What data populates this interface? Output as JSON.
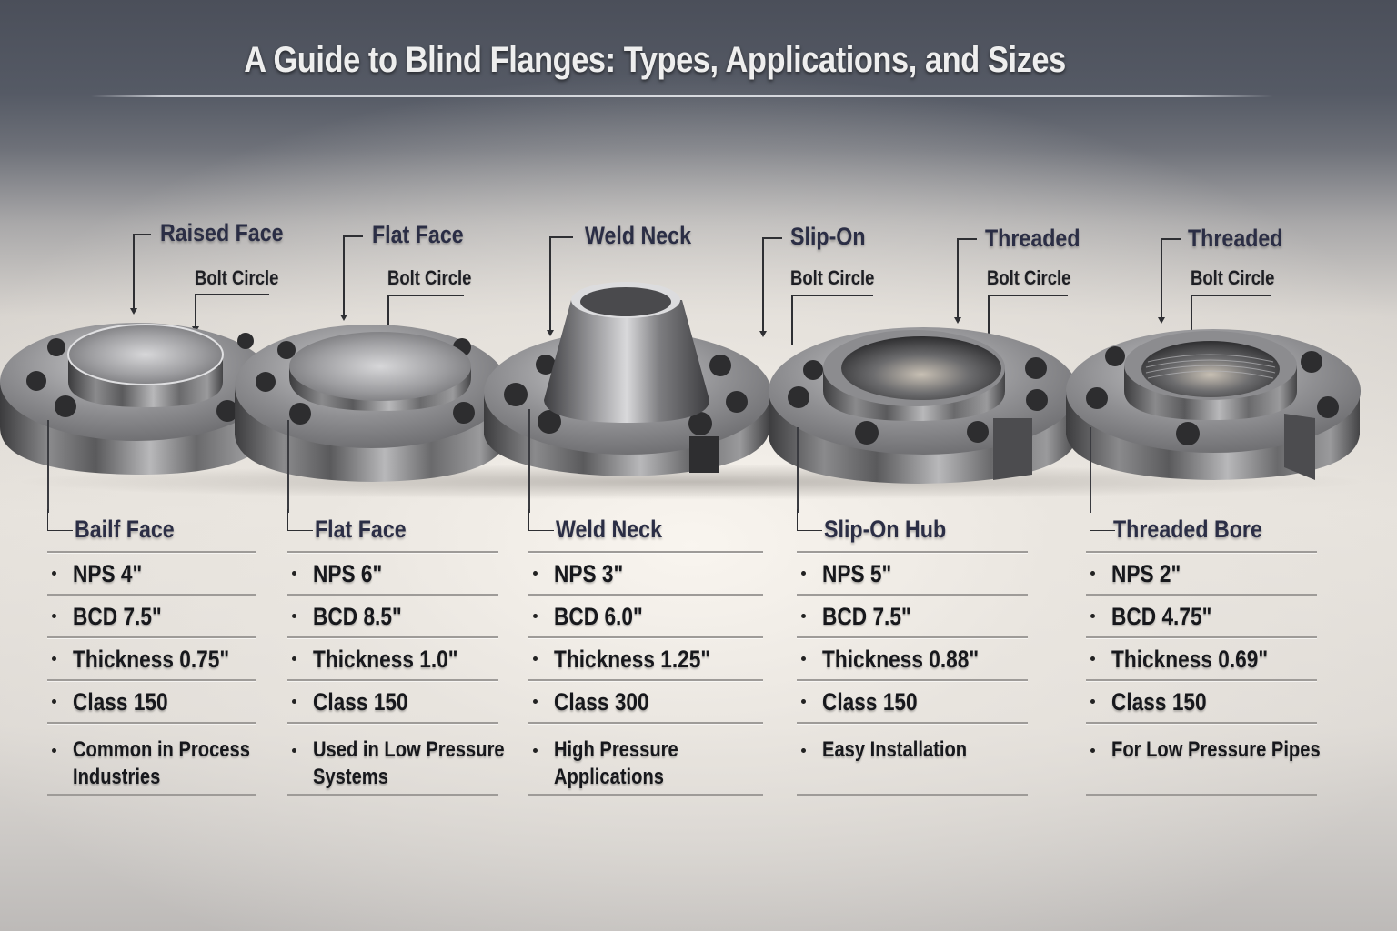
{
  "title": "A Guide to Blind Flanges: Types, Applications, and Sizes",
  "colors": {
    "header_bg": "#4b4f5a",
    "title_text": "#eeeeee",
    "heading_text": "#2b2e45",
    "body_text": "#17181c",
    "rule": "#9e9b98",
    "background_light": "#e6e2dc"
  },
  "top_callouts": [
    {
      "name": "Raised Face",
      "sub": "Bolt Circle"
    },
    {
      "name": "Flat Face",
      "sub": "Bolt Circle"
    },
    {
      "name": "Weld Neck",
      "sub": ""
    },
    {
      "name": "Slip-On",
      "sub": "Bolt Circle"
    },
    {
      "name": "Threaded",
      "sub": "Bolt Circle"
    },
    {
      "name": "Threaded",
      "sub": "Bolt Circle"
    }
  ],
  "flanges": [
    {
      "type": "raised-face",
      "image": "raised-face-flange-icon"
    },
    {
      "type": "flat-face",
      "image": "flat-face-flange-icon"
    },
    {
      "type": "weld-neck",
      "image": "weld-neck-flange-icon"
    },
    {
      "type": "slip-on",
      "image": "slip-on-flange-icon"
    },
    {
      "type": "threaded",
      "image": "threaded-flange-icon"
    }
  ],
  "specs": [
    {
      "heading": "Bailf Face",
      "nps": "NPS 4\"",
      "bcd": "BCD 7.5\"",
      "thickness": "Thickness 0.75\"",
      "class": "Class 150",
      "note": "Common in Process Industries"
    },
    {
      "heading": "Flat Face",
      "nps": "NPS 6\"",
      "bcd": "BCD 8.5\"",
      "thickness": "Thickness 1.0\"",
      "class": "Class 150",
      "note": "Used in Low Pressure Systems"
    },
    {
      "heading": "Weld Neck",
      "nps": "NPS 3\"",
      "bcd": "BCD 6.0\"",
      "thickness": "Thickness 1.25\"",
      "class": "Class 300",
      "note": "High Pressure Applications"
    },
    {
      "heading": "Slip-On Hub",
      "nps": "NPS 5\"",
      "bcd": "BCD 7.5\"",
      "thickness": "Thickness 0.88\"",
      "class": "Class 150",
      "note": "Easy Installation"
    },
    {
      "heading": "Threaded Bore",
      "nps": "NPS 2\"",
      "bcd": "BCD 4.75\"",
      "thickness": "Thickness 0.69\"",
      "class": "Class 150",
      "note": "For Low Pressure Pipes"
    }
  ]
}
